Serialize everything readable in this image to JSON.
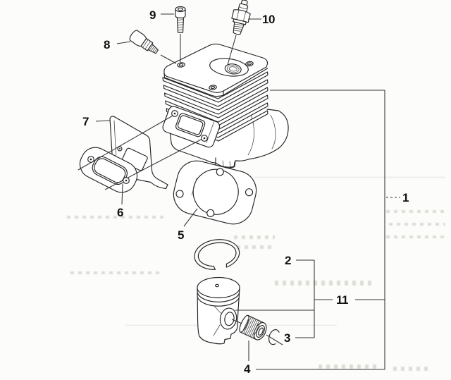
{
  "figure": {
    "callouts": [
      {
        "label": "1",
        "depicts": "cylinder-assembly"
      },
      {
        "label": "2",
        "depicts": "piston-ring"
      },
      {
        "label": "3",
        "depicts": "circlip"
      },
      {
        "label": "4",
        "depicts": "needle-bearing"
      },
      {
        "label": "5",
        "depicts": "cylinder-base-gasket"
      },
      {
        "label": "6",
        "depicts": "exhaust-gasket"
      },
      {
        "label": "7",
        "depicts": "heat-shield-plate"
      },
      {
        "label": "8",
        "depicts": "decompression-valve"
      },
      {
        "label": "9",
        "depicts": "screw"
      },
      {
        "label": "10",
        "depicts": "spark-plug"
      },
      {
        "label": "11",
        "depicts": "piston-assembly"
      }
    ]
  },
  "colors": {
    "background": "#fcfcfa",
    "line_art": "#222222",
    "callout_text": "#111111",
    "bleed_through": "#b8b7ae"
  }
}
